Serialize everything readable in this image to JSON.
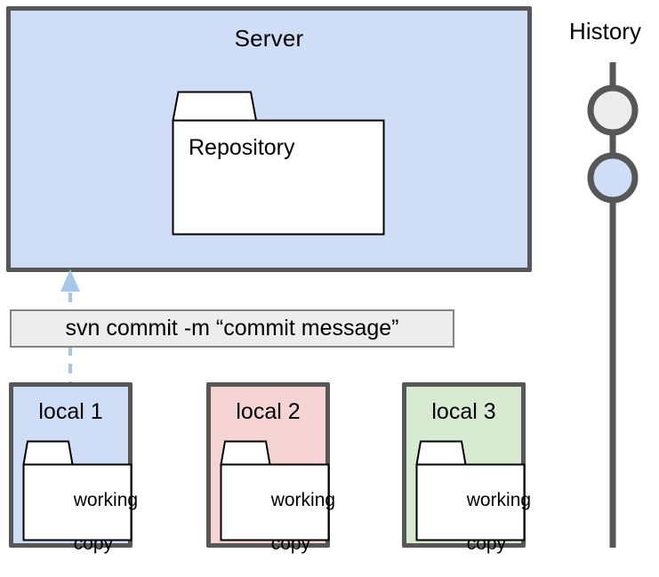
{
  "diagram": {
    "title": "SVN commit workflow diagram",
    "colors": {
      "server_fill": "#cfddf7",
      "local1_fill": "#cfddf7",
      "local2_fill": "#f6d4d5",
      "local3_fill": "#d9ead3",
      "box_stroke": "#575757",
      "folder_fill": "#ffffff",
      "folder_stroke": "#000000",
      "command_fill": "#ededed",
      "command_stroke": "#848484",
      "arrow_color": "#a8c6e8",
      "history_line": "#575757",
      "history_node_1_fill": "#ececec",
      "history_node_2_fill": "#cfddf7"
    }
  },
  "server": {
    "title": "Server",
    "repository": {
      "label": "Repository",
      "icon": "folder-icon"
    }
  },
  "command": {
    "text": "svn commit -m “commit message”",
    "arrow": {
      "name": "commit-arrow",
      "style": "dashed",
      "direction": "up",
      "from": "local 1",
      "to": "Server"
    }
  },
  "locals": [
    {
      "title": "local 1",
      "folder_label": "working\ncopy",
      "folder_line1": "working",
      "folder_line2": "copy",
      "fill": "#cfddf7"
    },
    {
      "title": "local 2",
      "folder_label": "working\ncopy",
      "folder_line1": "working",
      "folder_line2": "copy",
      "fill": "#f6d4d5"
    },
    {
      "title": "local 3",
      "folder_label": "working\ncopy",
      "folder_line1": "working",
      "folder_line2": "copy",
      "fill": "#d9ead3"
    }
  ],
  "history": {
    "title": "History",
    "nodes": [
      {
        "name": "history-node-older",
        "fill": "#ececec"
      },
      {
        "name": "history-node-latest",
        "fill": "#cfddf7"
      }
    ]
  }
}
